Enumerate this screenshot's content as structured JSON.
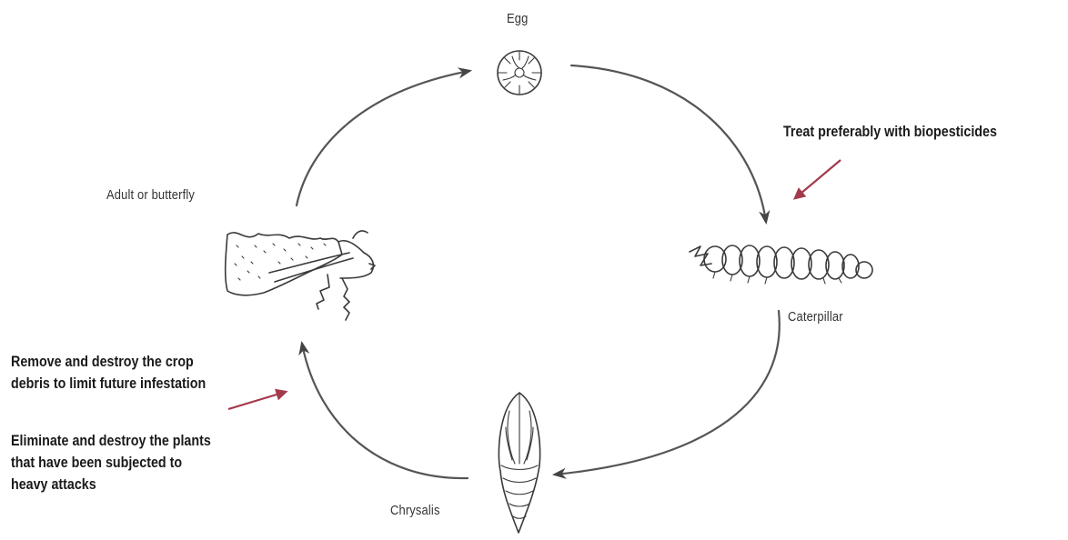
{
  "stages": {
    "egg": "Egg",
    "caterpillar": "Caterpillar",
    "chrysalis": "Chrysalis",
    "adult": "Adult or butterfly"
  },
  "advice": {
    "caterpillar_treatment": "Treat preferably with biopesticides",
    "debris_line1": "Remove and destroy the crop",
    "debris_line2": "debris to limit future infestation",
    "plants_line1": "Eliminate and destroy the plants",
    "plants_line2": "that have been subjected to",
    "plants_line3": "heavy attacks"
  },
  "colors": {
    "cycle_arrow": "#555555",
    "advice_arrow": "#a33a4c",
    "sketch": "#3a3a3a"
  },
  "icons": {
    "egg": "egg-icon",
    "caterpillar": "caterpillar-icon",
    "chrysalis": "chrysalis-icon",
    "adult": "moth-icon"
  }
}
